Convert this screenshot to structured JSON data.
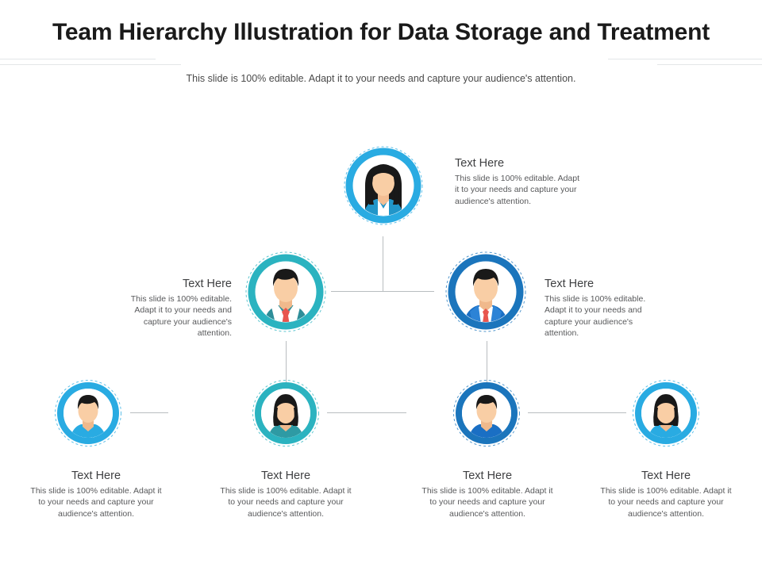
{
  "slide": {
    "title": "Team Hierarchy Illustration for Data Storage and Treatment",
    "subtitle": "This slide is 100% editable. Adapt it to your needs and capture your audience's attention."
  },
  "palette": {
    "title_color": "#1a1a1a",
    "subtitle_color": "#4a4a4a",
    "body_text_color": "#58595b",
    "connector_color": "#b9bdc0",
    "rule_color": "#e3e6e8",
    "ring_light_blue": "#29ABE2",
    "ring_teal": "#2BB3C0",
    "ring_dark_blue": "#1B75BC",
    "skin": "#F7C9A0",
    "hair_dark": "#111111",
    "tie_red": "#E8554E",
    "shirt_white": "#FFFFFF"
  },
  "nodes": [
    {
      "id": "level1-ceo",
      "level": 1,
      "avatar": "female-executive-avatar",
      "ring_color": "#29ABE2",
      "body_color": "#2196C9",
      "label_align": "left",
      "heading": "Text Here",
      "body": "This slide is 100% editable. Adapt it to your needs and capture your audience's attention."
    },
    {
      "id": "level2-left",
      "level": 2,
      "avatar": "male-manager-teal-avatar",
      "ring_color": "#2BB3C0",
      "body_color": "#2E8E99",
      "label_align": "right",
      "heading": "Text Here",
      "body": "This slide is 100% editable. Adapt it to your needs and capture your audience's attention."
    },
    {
      "id": "level2-right",
      "level": 2,
      "avatar": "male-manager-navy-avatar",
      "ring_color": "#1B75BC",
      "body_color": "#1A6FC4",
      "label_align": "left",
      "heading": "Text Here",
      "body": "This slide is 100% editable. Adapt it to your needs and capture your audience's attention."
    },
    {
      "id": "level3-one",
      "level": 3,
      "avatar": "male-staff-cyan-avatar",
      "ring_color": "#29ABE2",
      "body_color": "#29ABE2",
      "label_align": "center",
      "heading": "Text Here",
      "body": "This slide is 100% editable. Adapt it to your needs and capture your audience's attention."
    },
    {
      "id": "level3-two",
      "level": 3,
      "avatar": "female-staff-teal-avatar",
      "ring_color": "#2BB3C0",
      "body_color": "#2E9AA4",
      "label_align": "center",
      "heading": "Text Here",
      "body": "This slide is 100% editable. Adapt it to your needs and capture your audience's attention."
    },
    {
      "id": "level3-three",
      "level": 3,
      "avatar": "male-staff-navy-avatar",
      "ring_color": "#1B75BC",
      "body_color": "#1A6FC4",
      "label_align": "center",
      "heading": "Text Here",
      "body": "This slide is 100% editable. Adapt it to your needs and capture your audience's attention."
    },
    {
      "id": "level3-four",
      "level": 3,
      "avatar": "female-staff-cyan-avatar",
      "ring_color": "#29ABE2",
      "body_color": "#29ABE2",
      "label_align": "center",
      "heading": "Text Here",
      "body": "This slide is 100% editable. Adapt it to your needs and capture your audience's attention."
    }
  ]
}
